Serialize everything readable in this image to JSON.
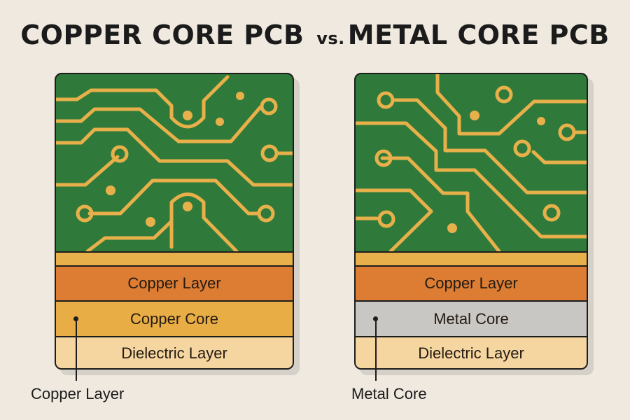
{
  "title": {
    "left": "COPPER CORE PCB",
    "vs": "vs.",
    "right": "METAL CORE PCB"
  },
  "boards": {
    "copper_core": {
      "layers": [
        "Copper Layer",
        "Copper Core",
        "Dielectric Layer"
      ],
      "callout": "Copper Layer"
    },
    "metal_core": {
      "layers": [
        "Copper Layer",
        "Metal Core",
        "Dielectric Layer"
      ],
      "callout": "Metal Core"
    }
  },
  "colors": {
    "background": "#efe9df",
    "pcb_green": "#2f7a3a",
    "trace_gold": "#e8b04a",
    "copper_layer": "#dc7d33",
    "copper_core": "#e9ad45",
    "metal_core": "#c9c7c3",
    "dielectric": "#f6d6a0",
    "outline": "#1d1d1d"
  }
}
